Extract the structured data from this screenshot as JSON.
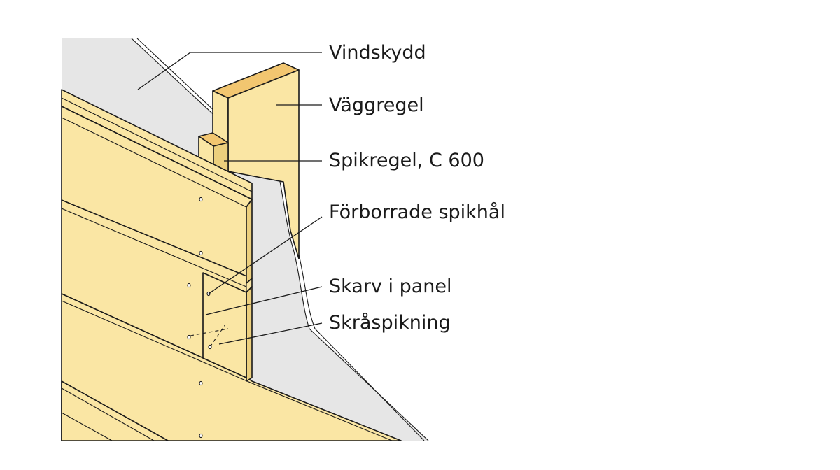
{
  "labels": {
    "wind_barrier": "Vindskydd",
    "wall_stud": "Väggregel",
    "furring_strip": "Spikregel, C 600",
    "predrilled_holes": "Förborrade spikhål",
    "panel_joint": "Skarv i panel",
    "toe_nailing": "Skråspikning"
  },
  "colors": {
    "wood": "#fae6a4",
    "wood_end_grain": "#f2c670",
    "wind_barrier": "#e6e6e6",
    "line": "#1a1a1a"
  }
}
